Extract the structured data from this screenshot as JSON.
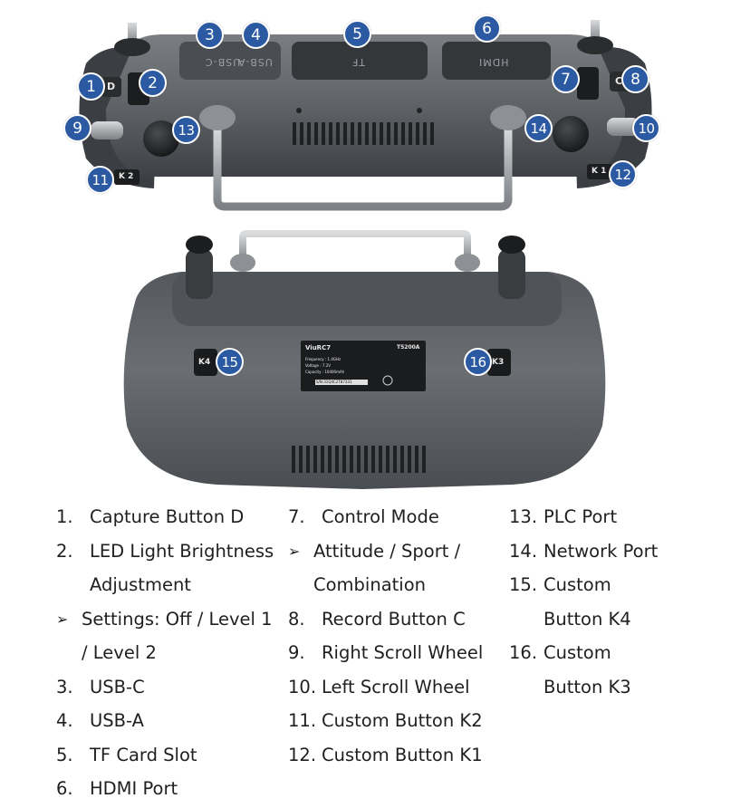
{
  "badges": {
    "b1": "1",
    "b2": "2",
    "b3": "3",
    "b4": "4",
    "b5": "5",
    "b6": "6",
    "b7": "7",
    "b8": "8",
    "b9": "9",
    "b10": "10",
    "b11": "11",
    "b12": "12",
    "b13": "13",
    "b14": "14",
    "b15": "15",
    "b16": "16"
  },
  "device_markings": {
    "usb_c": "USB-C",
    "usb_a": "USB-A",
    "tf": "TF",
    "hdmi": "HDMI",
    "button_d": "D",
    "button_c": "C",
    "k1": "K 1",
    "k2": "K 2",
    "k3": "K3",
    "k4": "K4",
    "model": "ViuRC7",
    "model_code": "T5200A",
    "spec_frequency": "Frequency : 1.4GHz",
    "spec_voltage": "Voltage : 7.2V",
    "spec_capacity": "Capacity : 10400mAh",
    "serial": "S/N:31Q4C2T87331"
  },
  "colors": {
    "badge": "#2b5aa3",
    "body": "#5e6266",
    "body_dark": "#3f4246",
    "metal": "#b9bcbf"
  },
  "legend": {
    "col1": [
      {
        "num": "1.",
        "text": "Capture Button D"
      },
      {
        "num": "2.",
        "text": "LED Light Brightness"
      },
      {
        "num": "",
        "text": "Adjustment"
      },
      {
        "bullet": "➢",
        "text": "Settings: Off / Level 1"
      },
      {
        "num": "",
        "text": "/ Level 2"
      },
      {
        "num": "3.",
        "text": "USB-C"
      },
      {
        "num": "4.",
        "text": "USB-A"
      },
      {
        "num": "5.",
        "text": "TF Card Slot"
      },
      {
        "num": "6.",
        "text": "HDMI Port"
      }
    ],
    "col2": [
      {
        "num": "7.",
        "text": "Control Mode"
      },
      {
        "bullet": "➢",
        "text": "Attitude / Sport /"
      },
      {
        "num": "",
        "text": "Combination"
      },
      {
        "num": "8.",
        "text": "Record Button C"
      },
      {
        "num": "9.",
        "text": "Right Scroll Wheel"
      },
      {
        "num": "10.",
        "text": "Left Scroll Wheel"
      },
      {
        "num": "11.",
        "text": "Custom Button K2"
      },
      {
        "num": "12.",
        "text": "Custom Button K1"
      }
    ],
    "col3": [
      {
        "num": "13.",
        "text": "PLC Port"
      },
      {
        "num": "14.",
        "text": "Network Port"
      },
      {
        "num": "15.",
        "text": "Custom"
      },
      {
        "num": "",
        "text": "Button K4"
      },
      {
        "num": "16.",
        "text": "Custom"
      },
      {
        "num": "",
        "text": "Button K3"
      }
    ]
  }
}
